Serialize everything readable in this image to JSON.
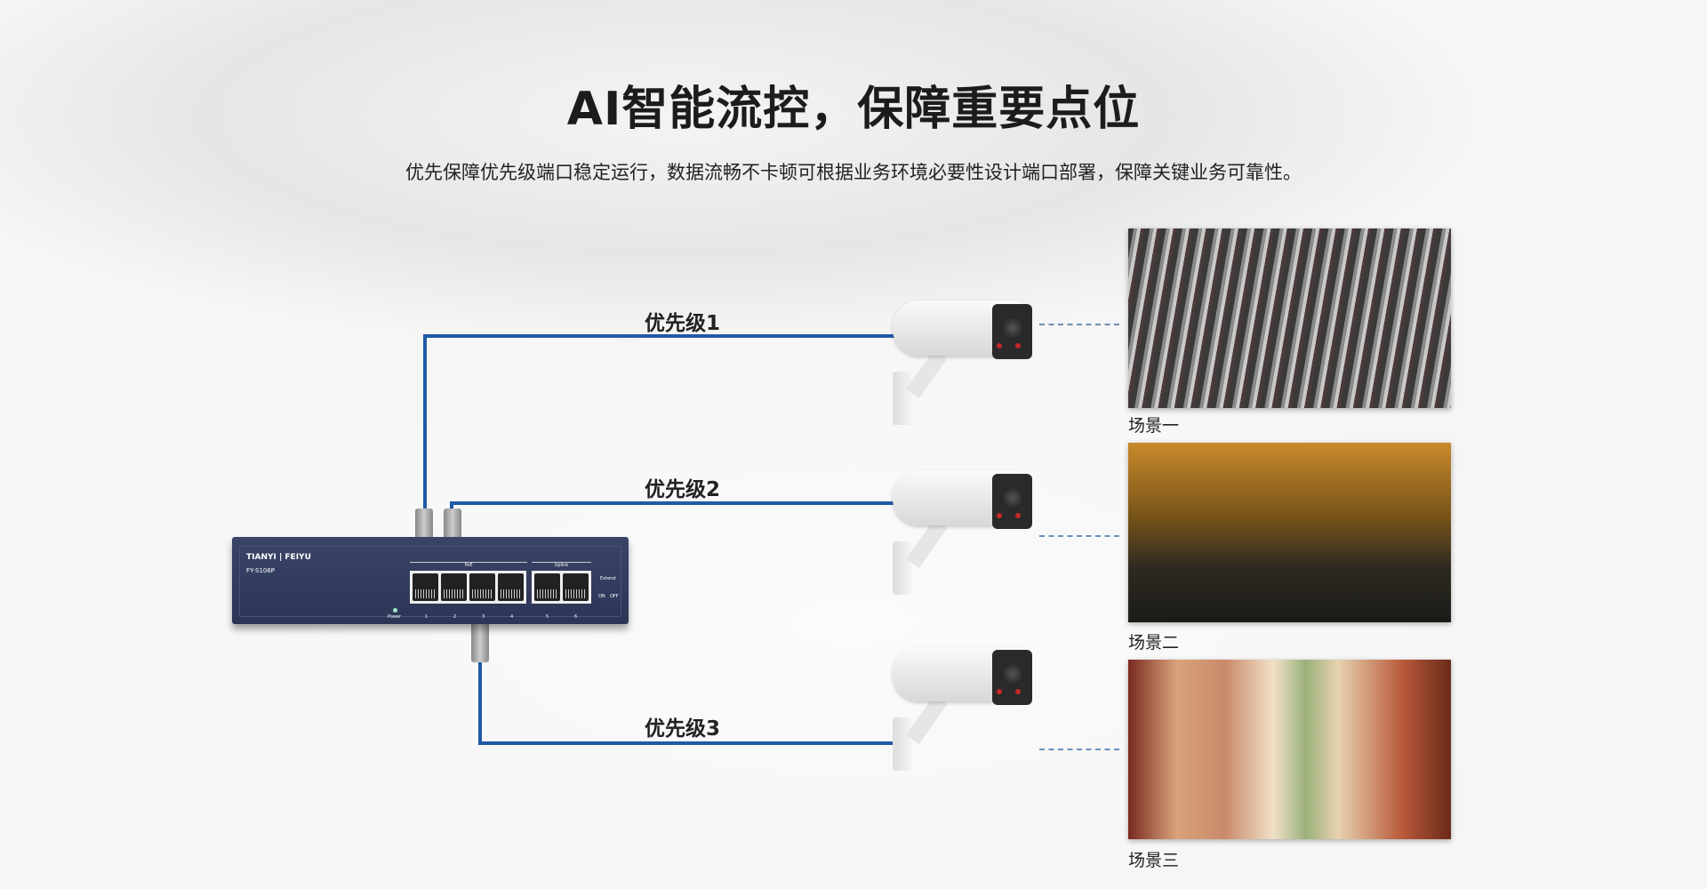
{
  "title": "AI智能流控，保障重要点位",
  "subtitle": "优先保障优先级端口稳定运行，数据流畅不卡顿可根据业务环境必要性设计端口部署，保障关键业务可靠性。",
  "priorities": [
    "优先级1",
    "优先级2",
    "优先级3"
  ],
  "scenes": [
    "场景一",
    "场景二",
    "场景三"
  ],
  "switch": {
    "brand": "TIANYI | FEIYU",
    "model": "FY-S106P",
    "poe_label": "PoE",
    "uplink_label": "Uplink",
    "power_label": "Power",
    "port_numbers": [
      "1",
      "2",
      "3",
      "4",
      "5",
      "6"
    ],
    "extend_label": "Extend",
    "on": "ON",
    "off": "OFF"
  },
  "colors": {
    "line": "#1f5aa6"
  }
}
